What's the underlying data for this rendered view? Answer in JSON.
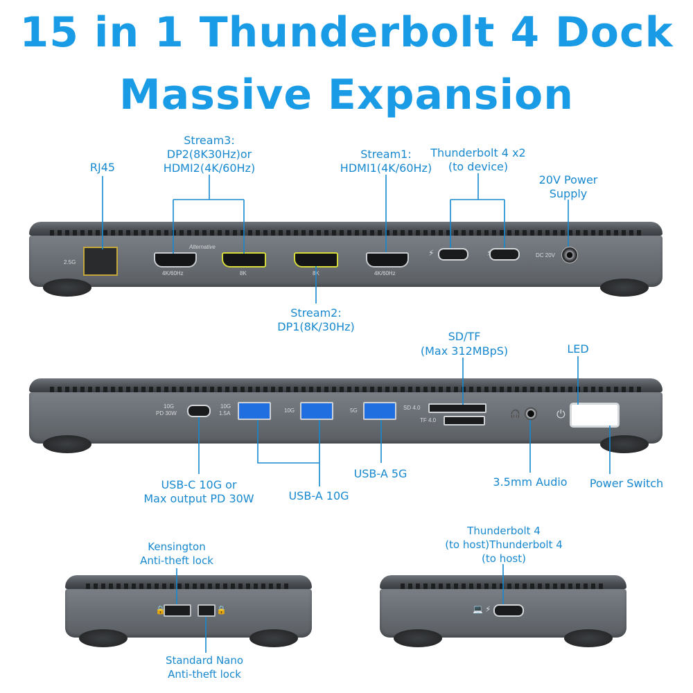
{
  "title_line1": "15 in 1 Thunderbolt 4 Dock",
  "title_line2": "Massive Expansion",
  "colors": {
    "accent": "#1a9be6",
    "label": "#1688cf",
    "dock": "#6c7177",
    "dp_highlight": "#d7dc3a",
    "usb_blue": "#1f6fe0"
  },
  "rear_labels": {
    "rj45": "RJ45",
    "stream3": "Stream3:",
    "stream3_dp": "DP2(8K30Hz)or",
    "stream3_hdmi": "HDMI2(4K/60Hz)",
    "stream1": "Stream1:",
    "stream1_hdmi": "HDMI1(4K/60Hz)",
    "tb4": "Thunderbolt 4 x2",
    "tb4_sub": "(to device)",
    "power": "20V Power",
    "power_sub": "Supply",
    "stream2": "Stream2:",
    "stream2_dp": "DP1(8K/30Hz)"
  },
  "rear_printed": {
    "rj45_speed": "2.5G",
    "alternative": "Alternative",
    "hdmi_left": "4K/60Hz",
    "dp_left": "8K",
    "dp_right": "8K",
    "hdmi_right": "4K/60Hz",
    "dc": "DC 20V"
  },
  "front_labels": {
    "sdtf": "SD/TF",
    "sdtf_sub": "(Max 312MBpS)",
    "led": "LED",
    "usbc_line1": "USB-C 10G or",
    "usbc_line2": "Max output PD 30W",
    "usba10": "USB-A 10G",
    "usba5": "USB-A 5G",
    "audio": "3.5mm Audio",
    "power_switch": "Power Switch"
  },
  "front_printed": {
    "usbc_1": "10G",
    "usbc_2": "PD 30W",
    "usba_a1": "10G",
    "usba_a2": "1.5A",
    "usba_b": "10G",
    "usba_c": "5G",
    "sd": "SD 4.0",
    "tf": "TF 4.0"
  },
  "side_labels": {
    "kensington": "Kensington",
    "kensington_sub": "Anti-theft lock",
    "nano": "Standard Nano",
    "nano_sub": "Anti-theft lock",
    "tb4_host_1": "Thunderbolt 4",
    "tb4_host_2": "(to host)Thunderbolt 4",
    "tb4_host_3": "(to host)"
  },
  "icons": [
    "ethernet-port-icon",
    "thunderbolt-icon",
    "headphone-icon",
    "power-icon",
    "lock-icon",
    "laptop-icon"
  ]
}
